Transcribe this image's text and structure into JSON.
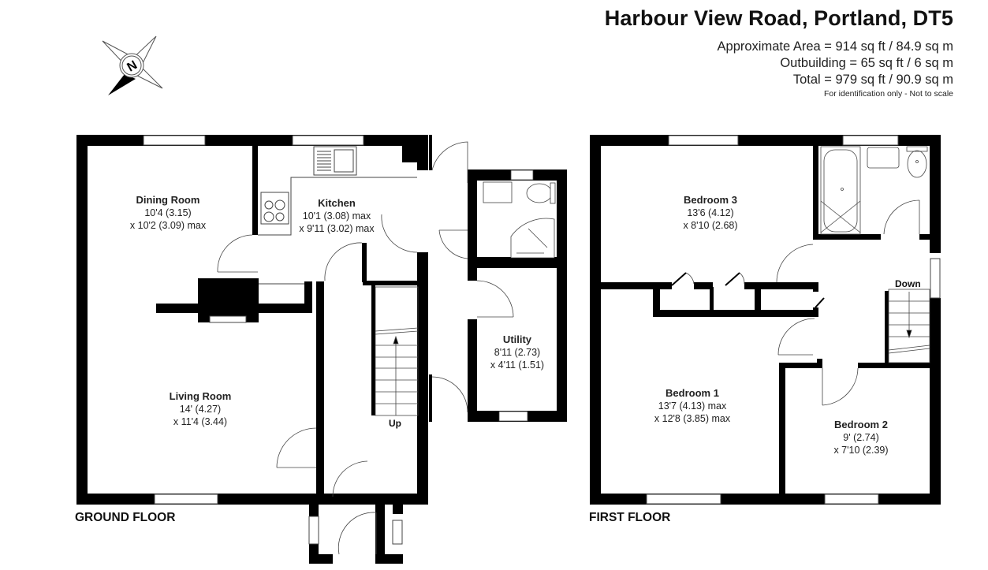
{
  "header": {
    "title": "Harbour View Road, Portland, DT5",
    "area_lines": [
      "Approximate Area = 914 sq ft / 84.9 sq m",
      "Outbuilding = 65 sq ft / 6 sq m",
      "Total = 979 sq ft / 90.9 sq m"
    ],
    "disclaimer": "For identification only - Not to scale"
  },
  "compass": {
    "icon": "compass-north-icon",
    "letter": "N"
  },
  "ground_floor": {
    "label": "GROUND FLOOR",
    "stair_label": "Up",
    "rooms": [
      {
        "name": "Dining Room",
        "dim1": "10'4 (3.15)",
        "dim2": "x 10'2 (3.09) max"
      },
      {
        "name": "Kitchen",
        "dim1": "10'1 (3.08) max",
        "dim2": "x 9'11 (3.02) max"
      },
      {
        "name": "Living Room",
        "dim1": "14' (4.27)",
        "dim2": "x 11'4 (3.44)"
      },
      {
        "name": "Utility",
        "dim1": "8'11 (2.73)",
        "dim2": "x 4'11 (1.51)"
      }
    ]
  },
  "first_floor": {
    "label": "FIRST FLOOR",
    "stair_label": "Down",
    "rooms": [
      {
        "name": "Bedroom 3",
        "dim1": "13'6 (4.12)",
        "dim2": "x 8'10 (2.68)"
      },
      {
        "name": "Bedroom 1",
        "dim1": "13'7 (4.13) max",
        "dim2": "x 12'8 (3.85) max"
      },
      {
        "name": "Bedroom 2",
        "dim1": "9' (2.74)",
        "dim2": "x 7'10 (2.39)"
      }
    ]
  },
  "colors": {
    "wall": "#000000",
    "background": "#ffffff",
    "line": "#444444"
  }
}
